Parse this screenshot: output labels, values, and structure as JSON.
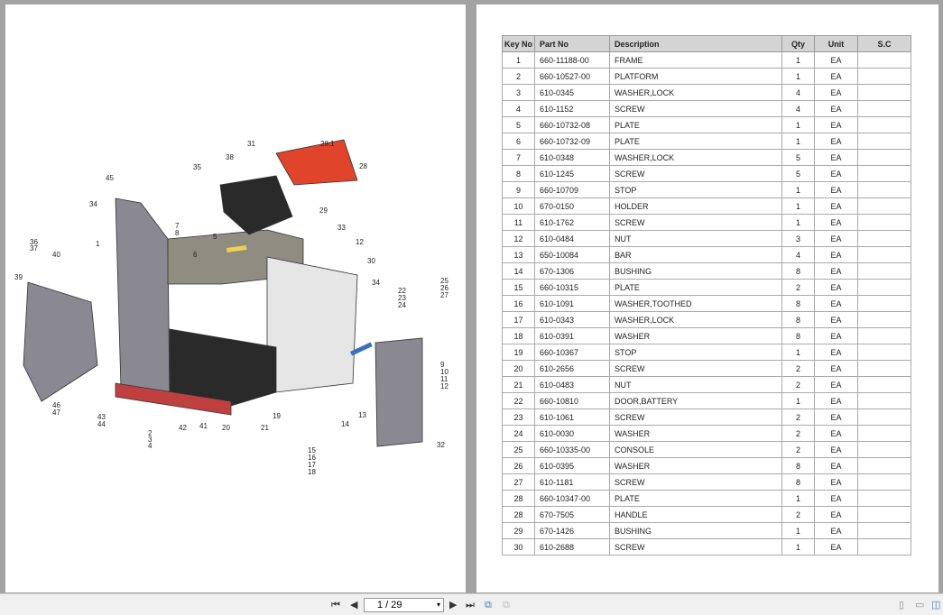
{
  "diagram": {
    "callouts": [
      "31",
      "28.1",
      "28",
      "38",
      "35",
      "45",
      "34",
      "29",
      "33",
      "12",
      "30",
      "7",
      "8",
      "5",
      "6",
      "1",
      "36",
      "37",
      "40",
      "39",
      "34",
      "22",
      "23",
      "24",
      "25",
      "26",
      "27",
      "9",
      "10",
      "11",
      "12",
      "46",
      "47",
      "43",
      "44",
      "2",
      "3",
      "4",
      "42",
      "41",
      "20",
      "19",
      "21",
      "14",
      "13",
      "15",
      "16",
      "17",
      "18",
      "32"
    ],
    "colors": {
      "red": "#e0452b",
      "gray": "#8a8890",
      "dark": "#2a2a2a",
      "yellow": "#f0d050",
      "blue": "#3a6fc0"
    }
  },
  "table": {
    "headers": [
      "Key No",
      "Part No",
      "Description",
      "Qty",
      "Unit",
      "S.C"
    ],
    "rows": [
      [
        "1",
        "660-11188-00",
        "FRAME",
        "1",
        "EA",
        ""
      ],
      [
        "2",
        "660-10527-00",
        "PLATFORM",
        "1",
        "EA",
        ""
      ],
      [
        "3",
        "610-0345",
        "WASHER,LOCK",
        "4",
        "EA",
        ""
      ],
      [
        "4",
        "610-1152",
        "SCREW",
        "4",
        "EA",
        ""
      ],
      [
        "5",
        "660-10732-08",
        "PLATE",
        "1",
        "EA",
        ""
      ],
      [
        "6",
        "660-10732-09",
        "PLATE",
        "1",
        "EA",
        ""
      ],
      [
        "7",
        "610-0348",
        "WASHER,LOCK",
        "5",
        "EA",
        ""
      ],
      [
        "8",
        "610-1245",
        "SCREW",
        "5",
        "EA",
        ""
      ],
      [
        "9",
        "660-10709",
        "STOP",
        "1",
        "EA",
        ""
      ],
      [
        "10",
        "670-0150",
        "HOLDER",
        "1",
        "EA",
        ""
      ],
      [
        "11",
        "610-1762",
        "SCREW",
        "1",
        "EA",
        ""
      ],
      [
        "12",
        "610-0484",
        "NUT",
        "3",
        "EA",
        ""
      ],
      [
        "13",
        "650-10084",
        "BAR",
        "4",
        "EA",
        ""
      ],
      [
        "14",
        "670-1306",
        "BUSHING",
        "8",
        "EA",
        ""
      ],
      [
        "15",
        "660-10315",
        "PLATE",
        "2",
        "EA",
        ""
      ],
      [
        "16",
        "610-1091",
        "WASHER,TOOTHED",
        "8",
        "EA",
        ""
      ],
      [
        "17",
        "610-0343",
        "WASHER,LOCK",
        "8",
        "EA",
        ""
      ],
      [
        "18",
        "610-0391",
        "WASHER",
        "8",
        "EA",
        ""
      ],
      [
        "19",
        "660-10367",
        "STOP",
        "1",
        "EA",
        ""
      ],
      [
        "20",
        "610-2656",
        "SCREW",
        "2",
        "EA",
        ""
      ],
      [
        "21",
        "610-0483",
        "NUT",
        "2",
        "EA",
        ""
      ],
      [
        "22",
        "660-10810",
        "DOOR,BATTERY",
        "1",
        "EA",
        ""
      ],
      [
        "23",
        "610-1061",
        "SCREW",
        "2",
        "EA",
        ""
      ],
      [
        "24",
        "610-0030",
        "WASHER",
        "2",
        "EA",
        ""
      ],
      [
        "25",
        "660-10335-00",
        "CONSOLE",
        "2",
        "EA",
        ""
      ],
      [
        "26",
        "610-0395",
        "WASHER",
        "8",
        "EA",
        ""
      ],
      [
        "27",
        "610-1181",
        "SCREW",
        "8",
        "EA",
        ""
      ],
      [
        "28",
        "660-10347-00",
        "PLATE",
        "1",
        "EA",
        ""
      ],
      [
        "28",
        "670-7505",
        "HANDLE",
        "2",
        "EA",
        ""
      ],
      [
        "29",
        "670-1426",
        "BUSHING",
        "1",
        "EA",
        ""
      ],
      [
        "30",
        "610-2688",
        "SCREW",
        "1",
        "EA",
        ""
      ]
    ]
  },
  "toolbar": {
    "page_value": "1 / 29"
  }
}
